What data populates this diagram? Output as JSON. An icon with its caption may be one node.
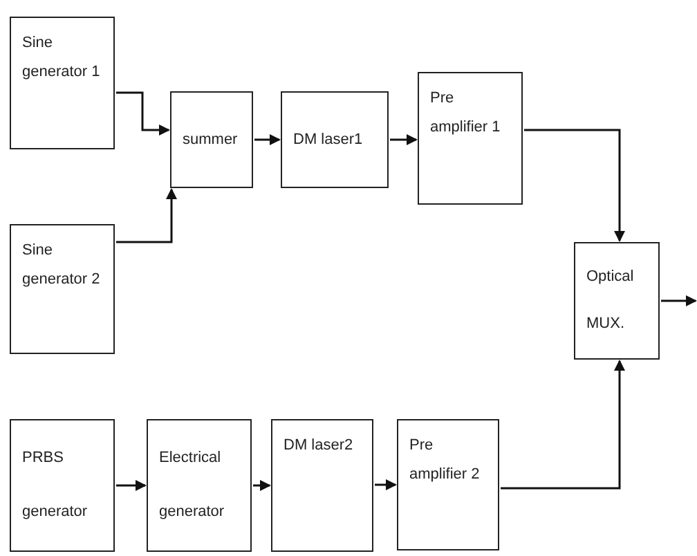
{
  "diagram": {
    "nodes": [
      {
        "text": [
          "Sine generator 1"
        ]
      },
      {
        "text": [
          "summer"
        ]
      },
      {
        "text": [
          "DM laser1"
        ]
      },
      {
        "text": [
          "Pre amplifier 1"
        ]
      },
      {
        "text": [
          "Sine generator 2"
        ]
      },
      {
        "text": [
          "Optical",
          "MUX."
        ]
      },
      {
        "text": [
          "PRBS",
          "generator"
        ]
      },
      {
        "text": [
          "Electrical",
          "generator"
        ]
      },
      {
        "text": [
          "DM laser2"
        ]
      },
      {
        "text": [
          "Pre amplifier 2"
        ]
      }
    ],
    "edges": [
      {
        "from": 0,
        "to": 1,
        "arrow": "to"
      },
      {
        "from": 4,
        "to": 1,
        "arrow": "to"
      },
      {
        "from": 1,
        "to": 2,
        "arrow": "to"
      },
      {
        "from": 2,
        "to": 3,
        "arrow": "to"
      },
      {
        "from": 3,
        "to": 5,
        "arrow": "to"
      },
      {
        "from": 6,
        "to": 7,
        "arrow": "to"
      },
      {
        "from": 7,
        "to": 8,
        "arrow": "to"
      },
      {
        "from": 8,
        "to": 9,
        "arrow": "to"
      },
      {
        "from": 9,
        "to": 5,
        "arrow": "to"
      },
      {
        "from": 5,
        "to": null,
        "arrow": "to"
      }
    ]
  }
}
